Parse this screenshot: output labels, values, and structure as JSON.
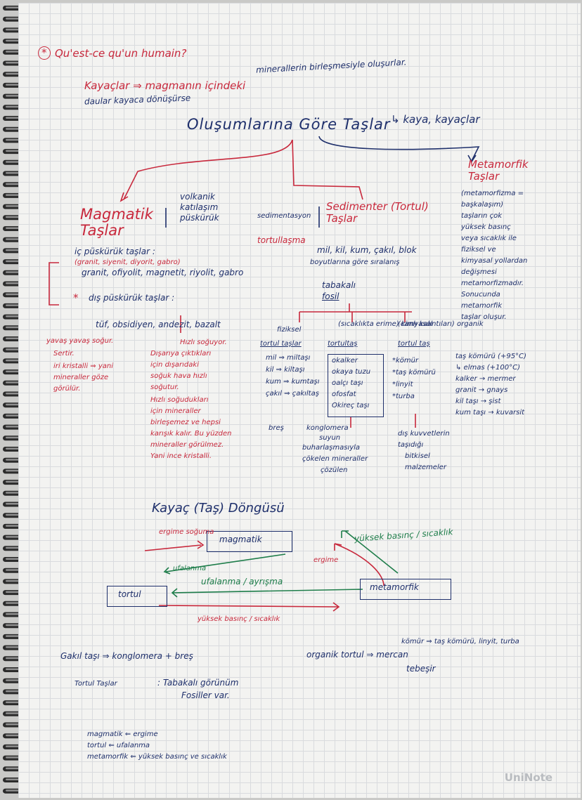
{
  "header": {
    "question": "Qu'est-ce qu'un humain?",
    "star": "*",
    "line1a": "Kayaçlar ⇒ magmanın içindeki",
    "line1b": "minerallerin birleşmesiyle oluşurlar.",
    "line2": "daular kayaca dönüşürse"
  },
  "title": {
    "main": "Oluşumlarına Göre Taşlar",
    "sub": "↳ kaya, kayaçlar"
  },
  "magmatik": {
    "label": "Magmatik Taşlar",
    "types": [
      "volkanik",
      "katılaşım",
      "püskürük"
    ],
    "inner_title": "iç püskürük taşlar :",
    "inner_red": "(granit, siyenit, diyorit, gabro)",
    "inner_list": "granit, ofiyolit, magnetit, riyolit, gabro",
    "outer_title": "dış püskürük taşlar :",
    "outer_list": "tüf, obsidiyen, andezit, bazalt",
    "left_red_1": "yavaş yavaş soğur.",
    "left_red_2": "Sertir.",
    "left_red_3": "iri kristalli ⇒ yani",
    "left_red_4": "mineraller göze",
    "left_red_5": "görülür.",
    "fast_1": "Hızlı soğuyor.",
    "fast_2": "Dışarıya çıktıkları",
    "fast_3": "için dışarıdaki",
    "fast_4": "soğuk hava hızlı",
    "fast_5": "soğutur.",
    "fast_6": "Hızlı soğudukları",
    "fast_7": "için mineraller",
    "fast_8": "birleşemez ve hepsi",
    "fast_9": "karışık kalır. Bu yüzden",
    "fast_10": "mineraller görülmez.",
    "fast_11": "Yani ince kristalli."
  },
  "sediment": {
    "label": "Sedimenter (Tortul) Taşlar",
    "small": "sedimentasyon",
    "process": "tortullaşma",
    "materials": "mil, kil, kum, çakıl, blok",
    "size": "boyutlarına göre sıralanış",
    "layered": "tabakalı",
    "fossil": "fosil",
    "fiziksel": "fiziksel",
    "kimyasal": "(sıcaklıkta erime) kimyasal",
    "organik": "(canlı kalıntıları) organik",
    "col1": "tortul taşlar",
    "col2": "tortultaş",
    "col3": "tortul taş",
    "phys_list": [
      "mil ⇒ miltaşı",
      "kil ⇒ kiltaşı",
      "kum ⇒ kumtaşı",
      "çakıl ⇒ çakıltaş"
    ],
    "chem_list": [
      "okalker",
      "okaya tuzu",
      "oalçı taşı",
      "ofosfat",
      "Okireç taşı"
    ],
    "org_list": [
      "*kömür",
      "*taş kömürü",
      "*linyit",
      "*turba"
    ],
    "bres": "breş",
    "konglomera": "konglomera",
    "chem_note_1": "suyun",
    "chem_note_2": "buharlaşmasıyla",
    "chem_note_3": "çökelen mineraller",
    "chem_note_4": "çözülen",
    "org_note_1": "dış kuvvetlerin",
    "org_note_2": "taşıdığı",
    "org_note_3": "bitkisel",
    "org_note_4": "malzemeler"
  },
  "metamorfik": {
    "label": "Metamorfik Taşlar",
    "desc": [
      "(metamorfizma =",
      "başkalaşım)",
      "taşların çok",
      "yüksek basınç",
      "veya sıcaklık ile",
      "fiziksel ve",
      "kimyasal yollardan",
      "değişmesi",
      "metamorfizmadır.",
      "Sonucunda",
      "metamorfik",
      "taşlar oluşur."
    ],
    "conv": [
      "taş kömürü (+95°C)",
      "↳ elmas (+100°C)",
      "kalker → mermer",
      "granit → gnays",
      "kil taşı → şist",
      "kum taşı → kuvarsit"
    ]
  },
  "cycle": {
    "title": "Kayaç (Taş) Döngüsü",
    "magmatik": "magmatik",
    "tortul": "tortul",
    "metamorfik": "metamorfik",
    "ergime_soguma": "ergime soğuma",
    "ergime": "ergime",
    "ufalanma": "ufalanma",
    "ufalanma_ayrisma": "ufalanma / ayrışma",
    "yuksek1": "yüksek basınç / sıcaklık",
    "yuksek2": "yüksek basınç / sıcaklık"
  },
  "bottom": {
    "gakil": "Gakıl taşı ⇒ konglomera + breş",
    "organik": "organik tortul ⇒ mercan",
    "tebesir": "tebeşir",
    "komur": "kömür ⇒ taş kömürü, linyit, turba",
    "tortul_tas": "Tortul Taşlar",
    "tabakali": ": Tabakalı görünüm",
    "fosiller": "Fosiller var.",
    "sum1": "magmatik ⇐ ergime",
    "sum2": "tortul ⇐ ufalanma",
    "sum3": "metamorfik ⇐ yüksek basınç ve sıcaklık"
  },
  "brand": "UniNote"
}
